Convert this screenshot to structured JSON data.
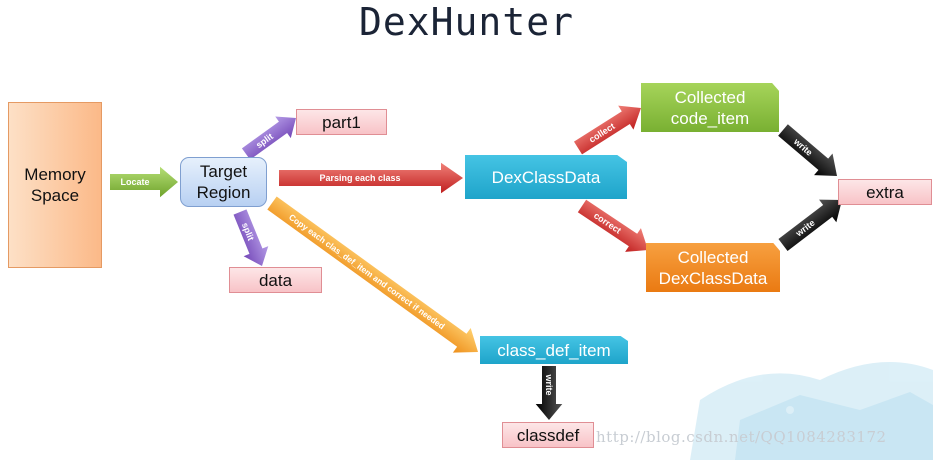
{
  "title": "DexHunter",
  "nodes": {
    "memory_space": "Memory\nSpace",
    "target_region": "Target\nRegion",
    "part1": "part1",
    "data": "data",
    "dex_class_data": "DexClassData",
    "collected_code_item": "Collected\ncode_item",
    "collected_dex_class_data": "Collected\nDexClassData",
    "extra": "extra",
    "class_def_item": "class_def_item",
    "classdef": "classdef"
  },
  "edges": {
    "locate": "Locate",
    "split_up": "split",
    "split_down": "split",
    "parsing": "Parsing each class",
    "copy": "Copy each clas_def_item and correct if needed",
    "collect": "collect",
    "correct": "correct",
    "write_code_item": "write",
    "write_dexclassdata": "write",
    "write_classdef": "write"
  },
  "watermark": "http://blog.csdn.net/QQ1084283172",
  "colors": {
    "memory_fill": "#fbc8a0",
    "target_fill": "#cfe0f7",
    "pink_fill": "#fbd3d6",
    "cyan_fill": "#2fb4d6",
    "green_fill": "#8dc63f",
    "orange_fill": "#f08a1d",
    "arrow_green": "#7fb539",
    "arrow_purple": "#8c62c8",
    "arrow_red": "#d8312f",
    "arrow_orange": "#f0a030",
    "arrow_black": "#111111"
  }
}
